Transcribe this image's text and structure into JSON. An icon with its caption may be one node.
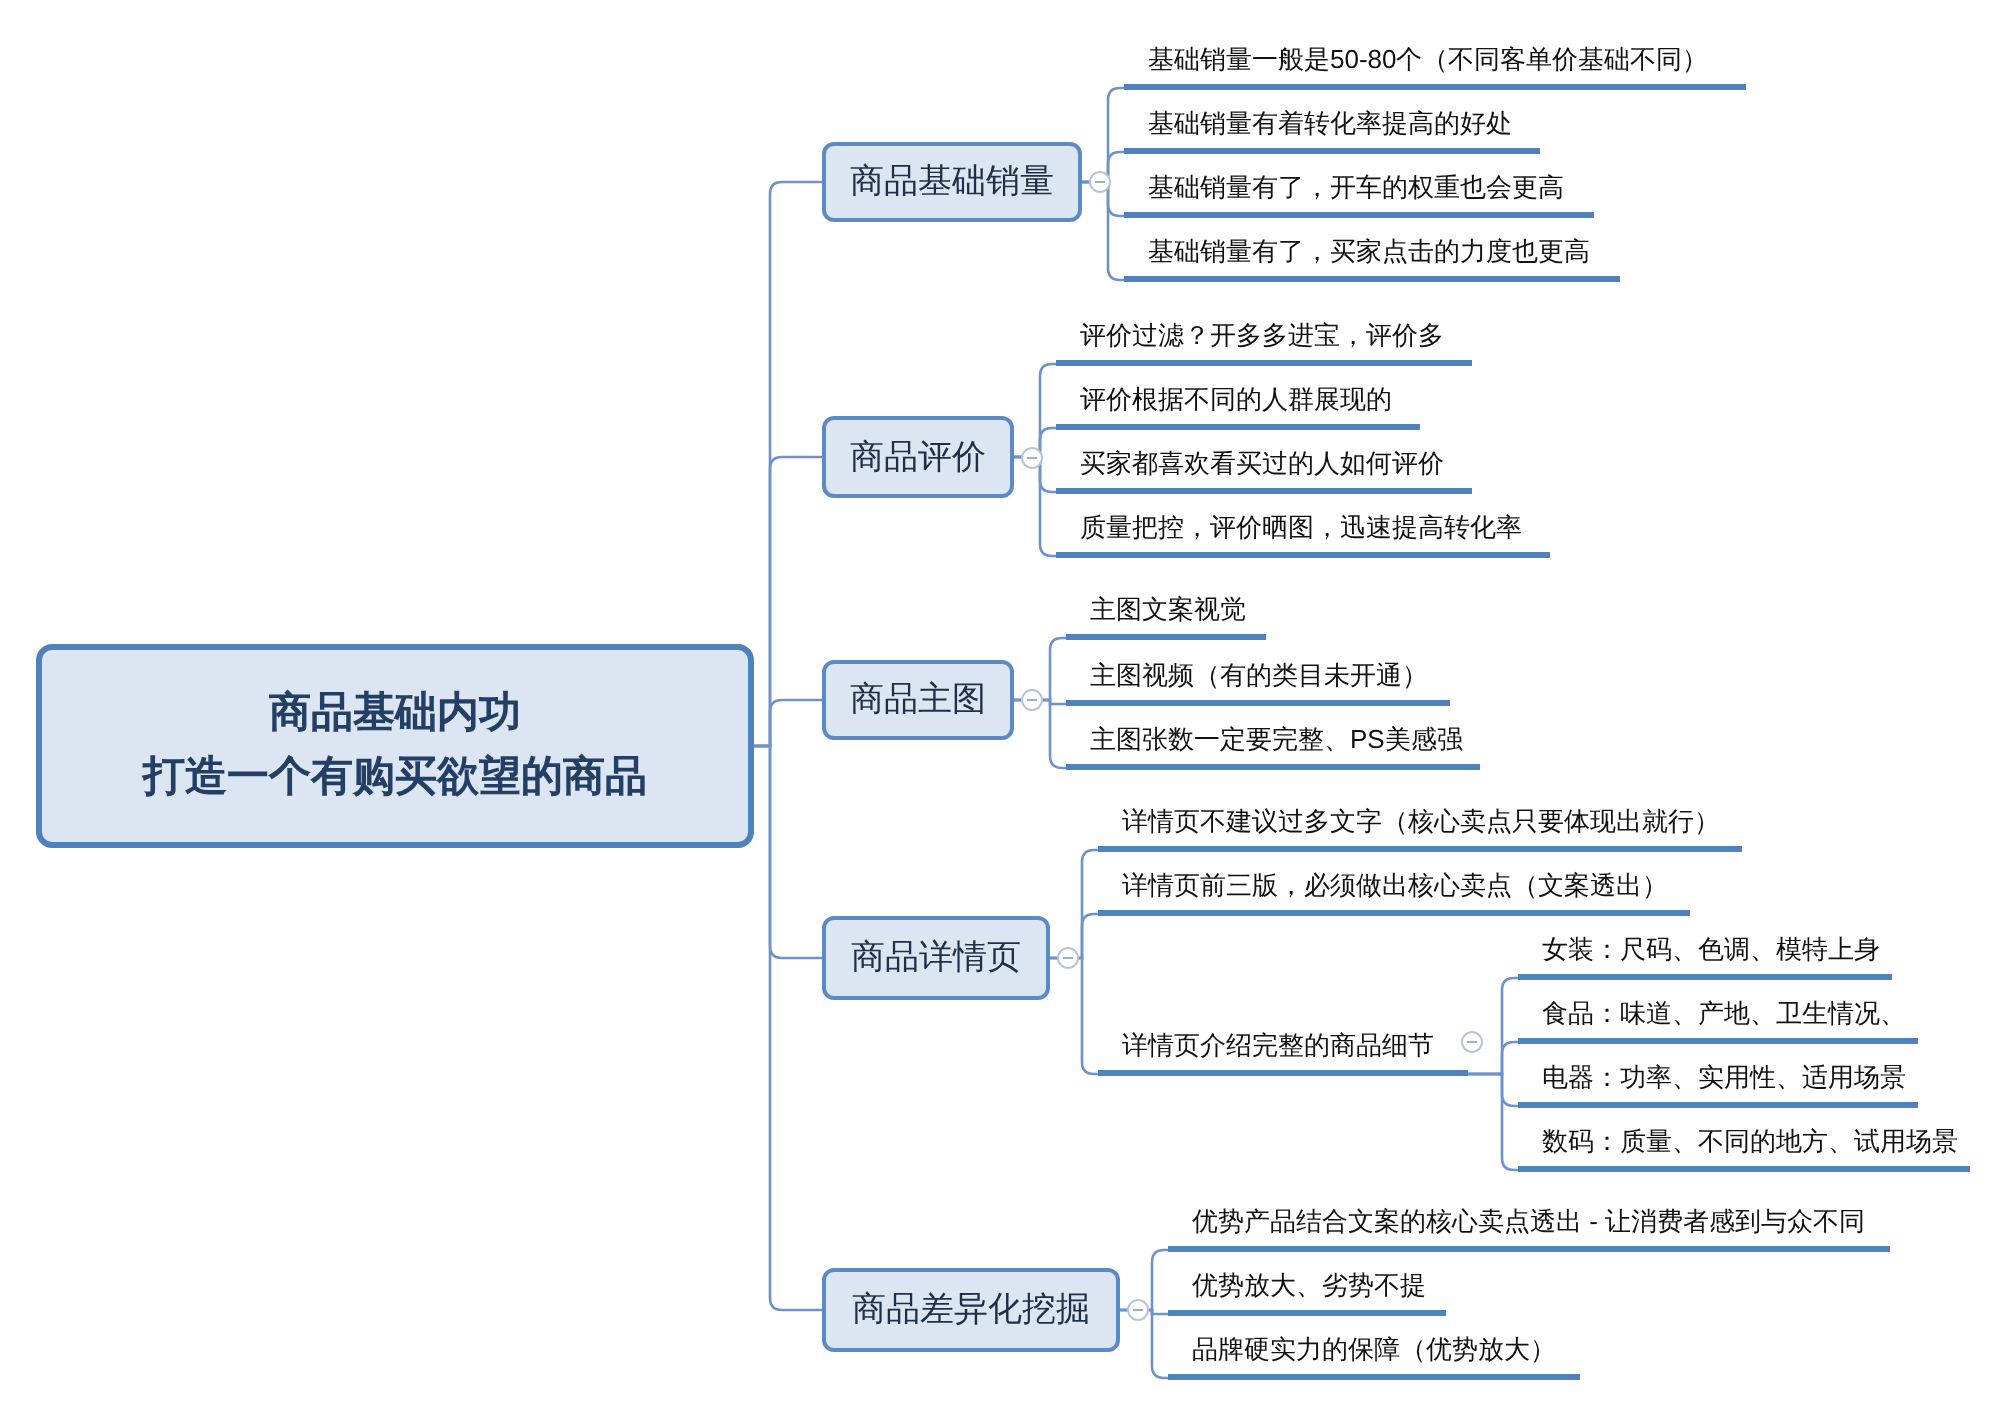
{
  "diagram": {
    "nodes": [
      {
        "text": [
          "商品基础内功",
          "打造一个有购买欲望的商品"
        ]
      },
      {
        "text": [
          "商品基础销量"
        ]
      },
      {
        "text": [
          "基础销量一般是50-80个（不同客单价基础不同）"
        ]
      },
      {
        "text": [
          "基础销量有着转化率提高的好处"
        ]
      },
      {
        "text": [
          "基础销量有了，开车的权重也会更高"
        ]
      },
      {
        "text": [
          "基础销量有了，买家点击的力度也更高"
        ]
      },
      {
        "text": [
          "商品评价"
        ]
      },
      {
        "text": [
          "评价过滤？开多多进宝，评价多"
        ]
      },
      {
        "text": [
          "评价根据不同的人群展现的"
        ]
      },
      {
        "text": [
          "买家都喜欢看买过的人如何评价"
        ]
      },
      {
        "text": [
          "质量把控，评价晒图，迅速提高转化率"
        ]
      },
      {
        "text": [
          "商品主图"
        ]
      },
      {
        "text": [
          "主图文案视觉"
        ]
      },
      {
        "text": [
          "主图视频（有的类目未开通）"
        ]
      },
      {
        "text": [
          "主图张数一定要完整、PS美感强"
        ]
      },
      {
        "text": [
          "商品详情页"
        ]
      },
      {
        "text": [
          "详情页不建议过多文字（核心卖点只要体现出就行）"
        ]
      },
      {
        "text": [
          "详情页前三版，必须做出核心卖点（文案透出）"
        ]
      },
      {
        "text": [
          "详情页介绍完整的商品细节"
        ]
      },
      {
        "text": [
          "女装：尺码、色调、模特上身"
        ]
      },
      {
        "text": [
          "食品：味道、产地、卫生情况、"
        ]
      },
      {
        "text": [
          "电器：功率、实用性、适用场景"
        ]
      },
      {
        "text": [
          "数码：质量、不同的地方、试用场景"
        ]
      },
      {
        "text": [
          "商品差异化挖掘"
        ]
      },
      {
        "text": [
          "优势产品结合文案的核心卖点透出 - 让消费者感到与众不同"
        ]
      },
      {
        "text": [
          "优势放大、劣势不提"
        ]
      },
      {
        "text": [
          "品牌硬实力的保障（优势放大）"
        ]
      }
    ],
    "edges": [
      {
        "from": 0,
        "to": 1,
        "arrow": "none"
      },
      {
        "from": 0,
        "to": 6,
        "arrow": "none"
      },
      {
        "from": 0,
        "to": 11,
        "arrow": "none"
      },
      {
        "from": 0,
        "to": 15,
        "arrow": "none"
      },
      {
        "from": 0,
        "to": 23,
        "arrow": "none"
      },
      {
        "from": 1,
        "to": 2,
        "arrow": "none"
      },
      {
        "from": 1,
        "to": 3,
        "arrow": "none"
      },
      {
        "from": 1,
        "to": 4,
        "arrow": "none"
      },
      {
        "from": 1,
        "to": 5,
        "arrow": "none"
      },
      {
        "from": 6,
        "to": 7,
        "arrow": "none"
      },
      {
        "from": 6,
        "to": 8,
        "arrow": "none"
      },
      {
        "from": 6,
        "to": 9,
        "arrow": "none"
      },
      {
        "from": 6,
        "to": 10,
        "arrow": "none"
      },
      {
        "from": 11,
        "to": 12,
        "arrow": "none"
      },
      {
        "from": 11,
        "to": 13,
        "arrow": "none"
      },
      {
        "from": 11,
        "to": 14,
        "arrow": "none"
      },
      {
        "from": 15,
        "to": 16,
        "arrow": "none"
      },
      {
        "from": 15,
        "to": 17,
        "arrow": "none"
      },
      {
        "from": 15,
        "to": 18,
        "arrow": "none"
      },
      {
        "from": 18,
        "to": 19,
        "arrow": "none"
      },
      {
        "from": 18,
        "to": 20,
        "arrow": "none"
      },
      {
        "from": 18,
        "to": 21,
        "arrow": "none"
      },
      {
        "from": 18,
        "to": 22,
        "arrow": "none"
      },
      {
        "from": 23,
        "to": 24,
        "arrow": "none"
      },
      {
        "from": 23,
        "to": 25,
        "arrow": "none"
      },
      {
        "from": 23,
        "to": 26,
        "arrow": "none"
      }
    ]
  }
}
